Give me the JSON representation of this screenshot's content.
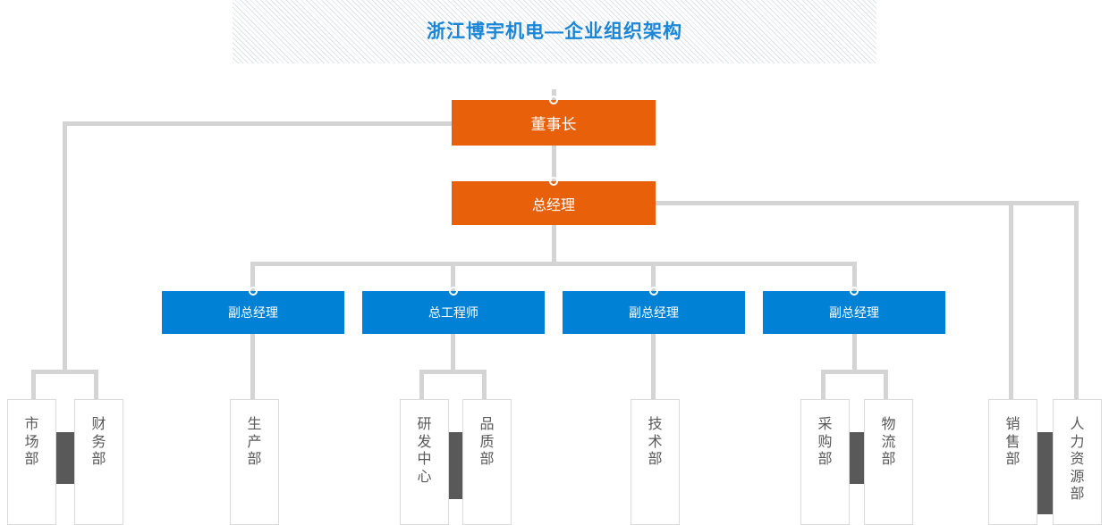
{
  "title": {
    "text": "浙江博宇机电—企业组织架构",
    "color": "#1b85d6"
  },
  "colors": {
    "executive": "#e8610a",
    "vice": "#0081d6",
    "connector": "#d4d4d4",
    "accent_block": "#595959",
    "dept_text": "#595959",
    "dept_border": "#d9d9d9"
  },
  "nodes": {
    "chairman": {
      "label": "董事长"
    },
    "general_manager": {
      "label": "总经理"
    },
    "vice_1": {
      "label": "副总经理"
    },
    "chief_engineer": {
      "label": "总工程师"
    },
    "vice_2": {
      "label": "副总经理"
    },
    "vice_3": {
      "label": "副总经理"
    }
  },
  "departments": [
    {
      "label": "市场部"
    },
    {
      "label": "财务部"
    },
    {
      "label": "生产部"
    },
    {
      "label": "研发中心"
    },
    {
      "label": "品质部"
    },
    {
      "label": "技术部"
    },
    {
      "label": "采购部"
    },
    {
      "label": "物流部"
    },
    {
      "label": "销售部"
    },
    {
      "label": "人力资源部"
    }
  ],
  "chart_data": {
    "type": "diagram",
    "title": "浙江博宇机电—企业组织架构",
    "orientation": "top-down",
    "levels": [
      {
        "level": 1,
        "nodes": [
          "董事长"
        ]
      },
      {
        "level": 2,
        "nodes": [
          "总经理"
        ]
      },
      {
        "level": 3,
        "nodes": [
          "副总经理",
          "总工程师",
          "副总经理",
          "副总经理"
        ]
      },
      {
        "level": 4,
        "nodes": [
          "市场部",
          "财务部",
          "生产部",
          "研发中心",
          "品质部",
          "技术部",
          "采购部",
          "物流部",
          "销售部",
          "人力资源部"
        ]
      }
    ],
    "edges": [
      {
        "from": "董事长",
        "to": "总经理"
      },
      {
        "from": "董事长",
        "to": "市场部"
      },
      {
        "from": "董事长",
        "to": "财务部"
      },
      {
        "from": "总经理",
        "to": "副总经理"
      },
      {
        "from": "总经理",
        "to": "总工程师"
      },
      {
        "from": "总经理",
        "to": "副总经理"
      },
      {
        "from": "总经理",
        "to": "副总经理"
      },
      {
        "from": "总经理",
        "to": "销售部"
      },
      {
        "from": "总经理",
        "to": "人力资源部"
      },
      {
        "from": "副总经理",
        "to": "生产部"
      },
      {
        "from": "总工程师",
        "to": "研发中心"
      },
      {
        "from": "总工程师",
        "to": "品质部"
      },
      {
        "from": "副总经理",
        "to": "技术部"
      },
      {
        "from": "副总经理",
        "to": "采购部"
      },
      {
        "from": "副总经理",
        "to": "物流部"
      }
    ]
  }
}
